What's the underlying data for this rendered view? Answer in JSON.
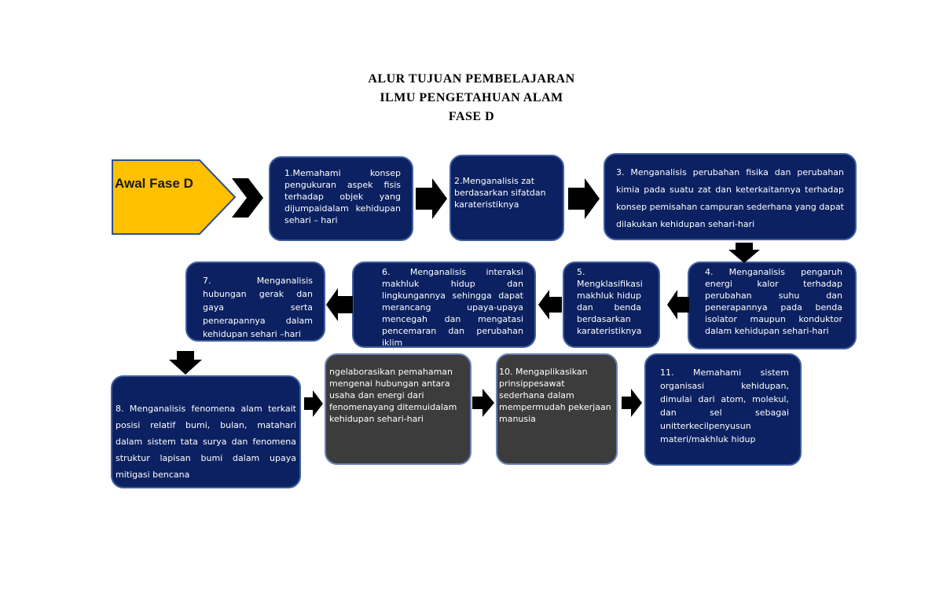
{
  "title": {
    "line1": "ALUR TUJUAN PEMBELAJARAN",
    "line2": "ILMU PENGETAHUAN ALAM",
    "line3": "FASE D"
  },
  "start": {
    "label": "Awal Fase D",
    "color": "#ffc000"
  },
  "colors": {
    "navy": "#0b2161",
    "gray": "#3c3c3c",
    "border": "#3f5e9e"
  },
  "steps": [
    {
      "label": "1.Memahami konsep pengukuran aspek fisis terhadap objek yang dijumpaidalam kehidupan sehari – hari"
    },
    {
      "label": "2.Menganalisis zat berdasarkan sifatdan karateristiknya"
    },
    {
      "label": "3. Menganalisis perubahan fisika dan perubahan kimia pada suatu zat dan keterkaitannya terhadap konsep pemisahan campuran sederhana yang dapat dilakukan kehidupan sehari-hari"
    },
    {
      "label": "4. Menganalisis pengaruh energi kalor terhadap perubahan suhu dan penerapannya pada benda isolator maupun konduktor dalam kehidupan sehari-hari"
    },
    {
      "label": "5. Mengklasifikasi makhluk hidup dan benda berdasarkan karateristiknya"
    },
    {
      "label": "6. Menganalisis interaksi makhluk hidup dan lingkungannya sehingga dapat merancang upaya-upaya mencegah dan mengatasi pencemaran dan perubahan iklim"
    },
    {
      "label": "7. Menganalisis hubungan gerak dan gaya serta penerapannya dalam kehidupan sehari –hari"
    },
    {
      "label": "8. Menganalisis fenomena alam terkait posisi relatif bumi, bulan, matahari dalam sistem tata surya dan fenomena struktur lapisan bumi dalam upaya mitigasi bencana"
    },
    {
      "label": "ngelaborasikan pemahaman mengenai hubungan antara usaha dan energi dari fenomenayang ditemuidalam kehidupan sehari-hari"
    },
    {
      "label": "10. Mengaplikasikan prinsippesawat sederhana dalam mempermudah pekerjaan manusia"
    },
    {
      "label": "11. Memahami sistem organisasi kehidupan, dimulai dari atom, molekul, dan sel sebagai unitterkecilpenyusun materi/makhluk hidup"
    }
  ]
}
